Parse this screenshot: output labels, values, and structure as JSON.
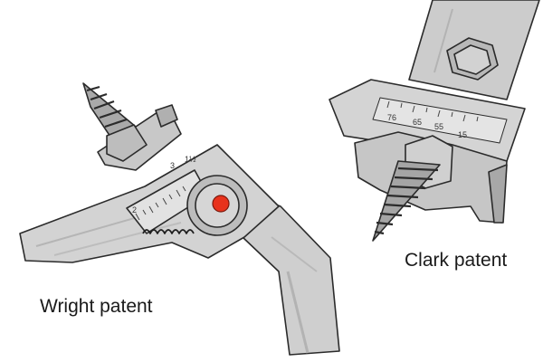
{
  "labels": {
    "wright": "Wright patent",
    "clark": "Clark patent"
  },
  "wright_scale": [
    "2",
    "3",
    "1½"
  ],
  "clark_scale": [
    "76",
    "65",
    "55",
    "15"
  ],
  "colors": {
    "steel_light": "#d9d9d9",
    "steel_mid": "#c4c4c4",
    "steel_dark": "#9a9a9a",
    "outline": "#2b2b2b",
    "pin": "#e8321c"
  }
}
